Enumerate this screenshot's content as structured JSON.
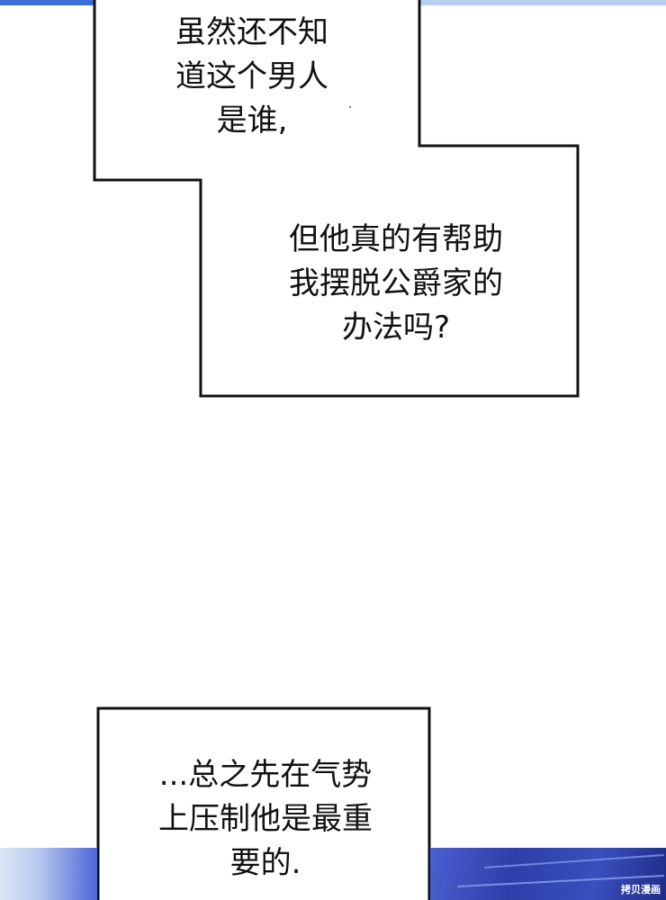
{
  "panel": {
    "bubbles": [
      {
        "text": "虽然还不知\n道这个男人\n是谁,"
      },
      {
        "text": "但他真的有帮助\n我摆脱公爵家的\n办法吗?"
      },
      {
        "text": "...总之先在气势\n上压制他是最重\n要的."
      }
    ],
    "watermark": "拷贝漫画"
  }
}
